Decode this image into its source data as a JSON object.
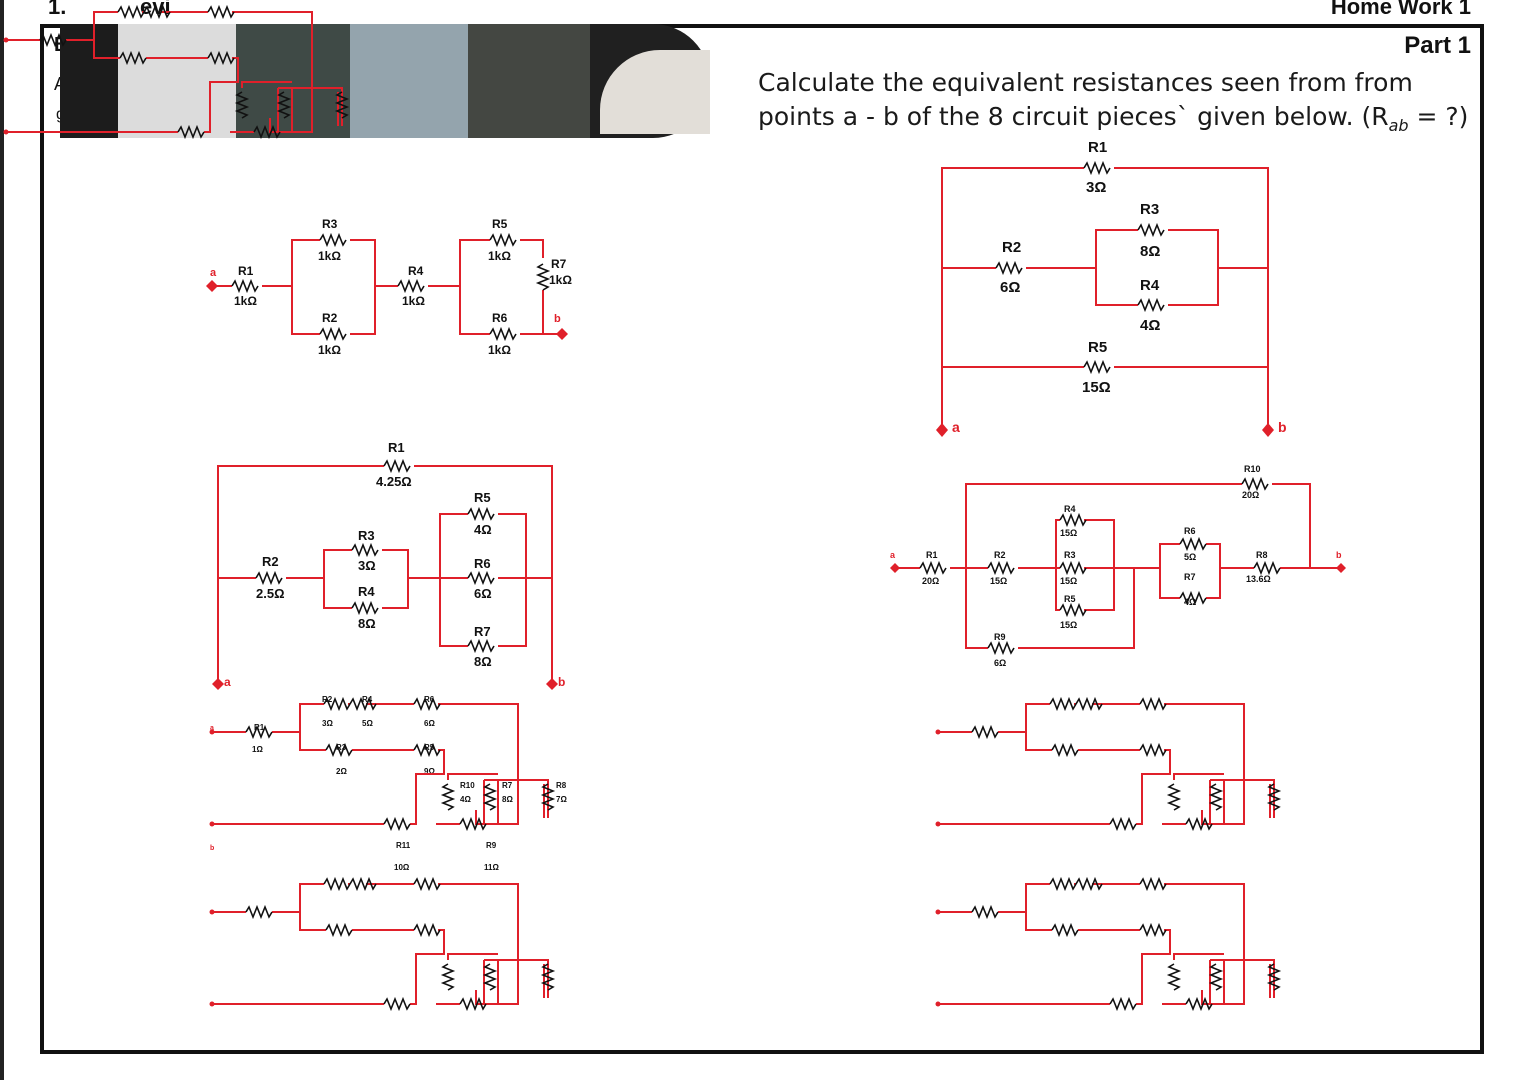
{
  "header": {
    "number": "1.",
    "name_fragment": "evi",
    "right_title": "Home Work 1",
    "part": "Part 1",
    "side_letters": [
      "B",
      "A",
      "g"
    ]
  },
  "question": {
    "text_before_sub": "Calculate the equivalent resistances seen from from points a - b of the 8 circuit pieces` given below. (R",
    "sub": "ab",
    "text_after_sub": " = ?)"
  },
  "colors": {
    "wire": "#e0202a",
    "resistor": "#111111",
    "frame": "#111111"
  },
  "circuit1": {
    "R1": "R1",
    "R1v": "1kΩ",
    "R2": "R2",
    "R2v": "1kΩ",
    "R3": "R3",
    "R3v": "1kΩ",
    "R4": "R4",
    "R4v": "1kΩ",
    "R5": "R5",
    "R5v": "1kΩ",
    "R6": "R6",
    "R6v": "1kΩ",
    "R7": "R7",
    "R7v": "1kΩ",
    "a": "a",
    "b": "b"
  },
  "circuit2": {
    "R1": "R1",
    "R1v": "3Ω",
    "R2": "R2",
    "R2v": "6Ω",
    "R3": "R3",
    "R3v": "8Ω",
    "R4": "R4",
    "R4v": "4Ω",
    "R5": "R5",
    "R5v": "15Ω",
    "a": "a",
    "b": "b"
  },
  "circuit3": {
    "R1": "R1",
    "R1v": "4.25Ω",
    "R2": "R2",
    "R2v": "2.5Ω",
    "R3": "R3",
    "R3v": "3Ω",
    "R4": "R4",
    "R4v": "8Ω",
    "R5": "R5",
    "R5v": "4Ω",
    "R6": "R6",
    "R6v": "6Ω",
    "R7": "R7",
    "R7v": "8Ω",
    "a": "a",
    "b": "b"
  },
  "circuit4": {
    "R1": "R1",
    "R1v": "20Ω",
    "R2": "R2",
    "R2v": "15Ω",
    "R3": "R3",
    "R3v": "15Ω",
    "R4": "R4",
    "R4v": "15Ω",
    "R5": "R5",
    "R5v": "15Ω",
    "R6": "R6",
    "R6v": "5Ω",
    "R7": "R7",
    "R7v": "4Ω",
    "R8": "R8",
    "R8v": "13.6Ω",
    "R9": "R9",
    "R9v": "6Ω",
    "R10": "R10",
    "R10v": "20Ω",
    "a": "a",
    "b": "b"
  },
  "ladder": {
    "R1": "R1",
    "R1v": "1Ω",
    "R2": "R2",
    "R2v": "3Ω",
    "R3": "R3",
    "R3v": "2Ω",
    "R4": "R4",
    "R4v": "5Ω",
    "R5": "R5",
    "R5v": "9Ω",
    "R6": "R6",
    "R6v": "6Ω",
    "R7": "R7",
    "R7v": "8Ω",
    "R8": "R8",
    "R8v": "7Ω",
    "R9": "R9",
    "R9v": "11Ω",
    "R10": "R10",
    "R10v": "4Ω",
    "R11": "R11",
    "R11v": "10Ω",
    "a": "a",
    "b": "b"
  }
}
